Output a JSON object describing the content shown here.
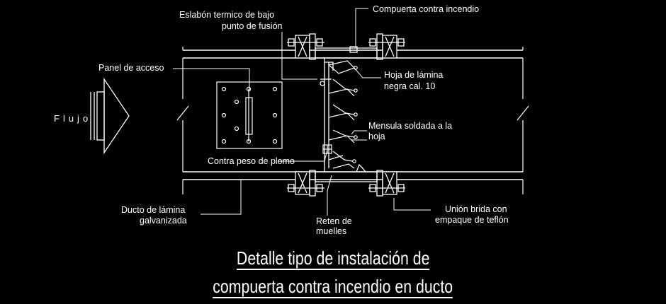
{
  "labels": {
    "eslabon_1": "Eslabón termico de bajo",
    "eslabon_2": "punto de fusión",
    "compuerta": "Compuerta contra incendio",
    "panel": "Panel de acceso",
    "hoja_1": "Hoja de lámina",
    "hoja_2": "negra cal. 10",
    "mensula_1": "Mensula soldada a la",
    "mensula_2": "hoja",
    "contrapeso": "Contra peso de plomo",
    "ducto_1": "Ducto de lámina",
    "ducto_2": "galvanizada",
    "reten_1": "Reten de",
    "reten_2": "muelles",
    "union_1": "Unión brida con",
    "union_2": "empaque de teflón",
    "flujo": "Flujo"
  },
  "title": {
    "line1": "Detalle tipo de instalación de",
    "line2": "compuerta contra incendio en ducto"
  }
}
